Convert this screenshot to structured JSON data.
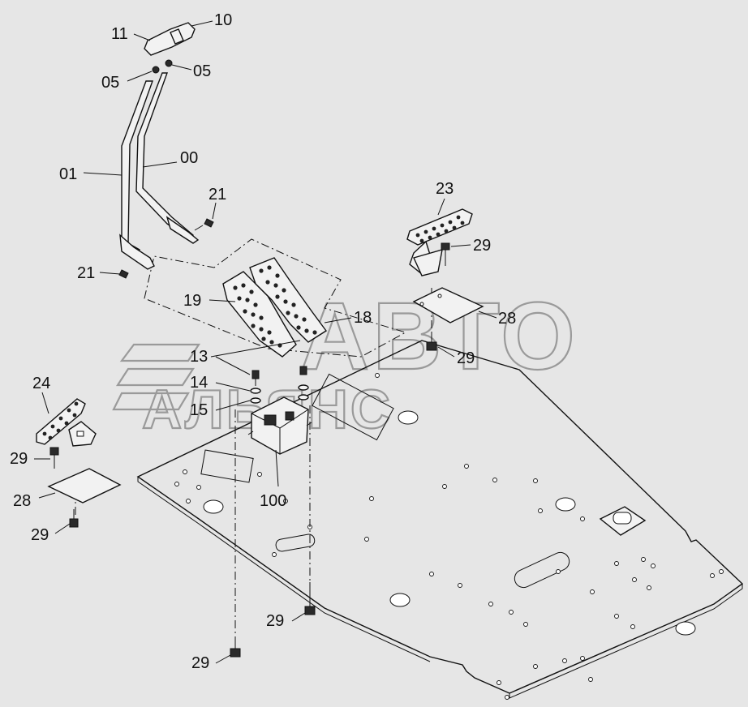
{
  "watermark": {
    "line1": "АВТО",
    "line2": "АЛЬЯНС"
  },
  "callouts": [
    {
      "id": "c-11",
      "text": "11"
    },
    {
      "id": "c-10",
      "text": "10"
    },
    {
      "id": "c-05a",
      "text": "05"
    },
    {
      "id": "c-05b",
      "text": "05"
    },
    {
      "id": "c-00",
      "text": "00"
    },
    {
      "id": "c-01",
      "text": "01"
    },
    {
      "id": "c-21a",
      "text": "21"
    },
    {
      "id": "c-21b",
      "text": "21"
    },
    {
      "id": "c-23",
      "text": "23"
    },
    {
      "id": "c-29a",
      "text": "29"
    },
    {
      "id": "c-19",
      "text": "19"
    },
    {
      "id": "c-18",
      "text": "18"
    },
    {
      "id": "c-28a",
      "text": "28"
    },
    {
      "id": "c-13",
      "text": "13"
    },
    {
      "id": "c-29b",
      "text": "29"
    },
    {
      "id": "c-24",
      "text": "24"
    },
    {
      "id": "c-14",
      "text": "14"
    },
    {
      "id": "c-15",
      "text": "15"
    },
    {
      "id": "c-29c",
      "text": "29"
    },
    {
      "id": "c-28b",
      "text": "28"
    },
    {
      "id": "c-100",
      "text": "100"
    },
    {
      "id": "c-29d",
      "text": "29"
    },
    {
      "id": "c-29e",
      "text": "29"
    },
    {
      "id": "c-29f",
      "text": "29"
    }
  ],
  "colors": {
    "background": "#e6e6e6",
    "ink": "#111111",
    "watermark": "#9a9a9a"
  }
}
